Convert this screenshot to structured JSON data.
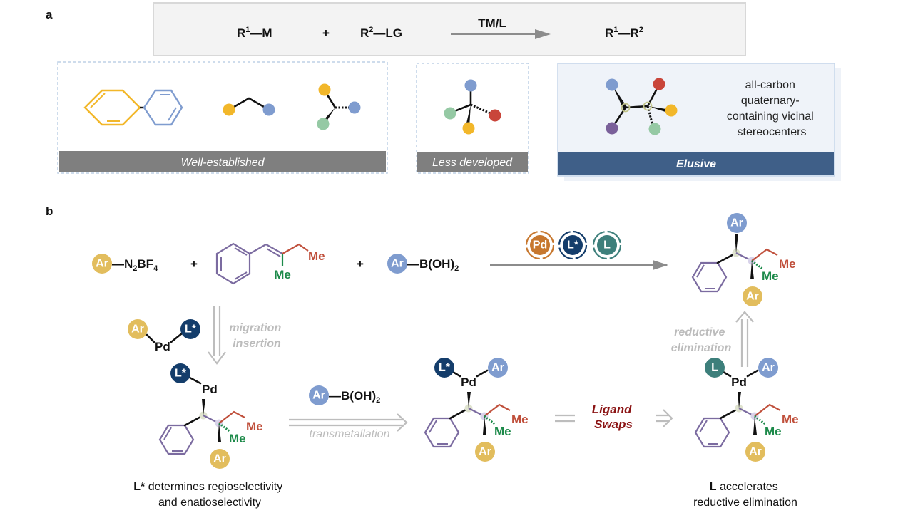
{
  "panel_labels": {
    "a": "a",
    "b": "b"
  },
  "panel_a": {
    "scheme": {
      "reactant1_base": "R",
      "reactant1_sup": "1",
      "reactant1_tail": "—M",
      "plus": "+",
      "reactant2_base": "R",
      "reactant2_sup": "2",
      "reactant2_tail": "—LG",
      "arrow_label": "TM/L",
      "product_r1": "R",
      "product_sup1": "1",
      "product_mid": "—R",
      "product_sup2": "2"
    },
    "categories": [
      {
        "label": "Well-established",
        "bar_color": "#7f7f7f"
      },
      {
        "label": "Less developed",
        "bar_color": "#7f7f7f"
      },
      {
        "label": "Elusive",
        "bar_color": "#3f5f88"
      }
    ],
    "elusive_caption": [
      "all-carbon",
      "quaternary-",
      "containing vicinal",
      "stereocenters"
    ],
    "colors": {
      "yellow": "#f2b72a",
      "blue": "#7f9ccf",
      "green": "#95c9a4",
      "red": "#c9453a",
      "purple": "#7a609a"
    }
  },
  "panel_b": {
    "reagent1": {
      "group": "Ar",
      "tail": "—N",
      "sub1": "2",
      "mid": "BF",
      "sub2": "4"
    },
    "plus": "+",
    "alkene_me_green": "Me",
    "alkene_me_red": "Me",
    "reagent3": {
      "group": "Ar",
      "tail": "—B(OH)",
      "sub": "2"
    },
    "catalysts": [
      "Pd",
      "L*",
      "L"
    ],
    "catalyst_colors": [
      "#c7772e",
      "#143d6b",
      "#3d7f7b"
    ],
    "catalyst_complex": {
      "ar": "Ar",
      "metal": "Pd",
      "ligand": "L*"
    },
    "step_migration": [
      "migration",
      "insertion"
    ],
    "step_transmetallation": "transmetallation",
    "transmet_reagent": {
      "group": "Ar",
      "tail": "—B(OH)",
      "sub": "2"
    },
    "step_ligand_swaps": [
      "Ligand",
      "Swaps"
    ],
    "step_reductive": [
      "reductive",
      "elimination"
    ],
    "intermediates": [
      {
        "ligand": "L*",
        "metal": "Pd",
        "ar": "Ar",
        "me_red": "Me",
        "me_green": "Me"
      },
      {
        "ligand": "L*",
        "metal": "Pd",
        "ar_top": "Ar",
        "ar": "Ar",
        "me_red": "Me",
        "me_green": "Me"
      },
      {
        "ligand": "L",
        "metal": "Pd",
        "ar_top": "Ar",
        "ar": "Ar",
        "me_red": "Me",
        "me_green": "Me"
      }
    ],
    "product": {
      "ar_top": "Ar",
      "ar_bottom": "Ar",
      "me_red": "Me",
      "me_green": "Me"
    },
    "note_left": {
      "bold": "L*",
      "line1": " determines regioselectivity",
      "line2": "and enatioselectivity"
    },
    "note_right": {
      "bold": "L",
      "line1": " accelerates",
      "line2": "reductive elimination"
    },
    "colors": {
      "ar_yellow": "#e2bd5d",
      "ar_blue": "#7f9ccf",
      "me_red": "#c0503c",
      "me_green": "#1d8a4a",
      "ligand_swaps": "#8b1414",
      "gray_text": "#bcbcbc"
    }
  }
}
